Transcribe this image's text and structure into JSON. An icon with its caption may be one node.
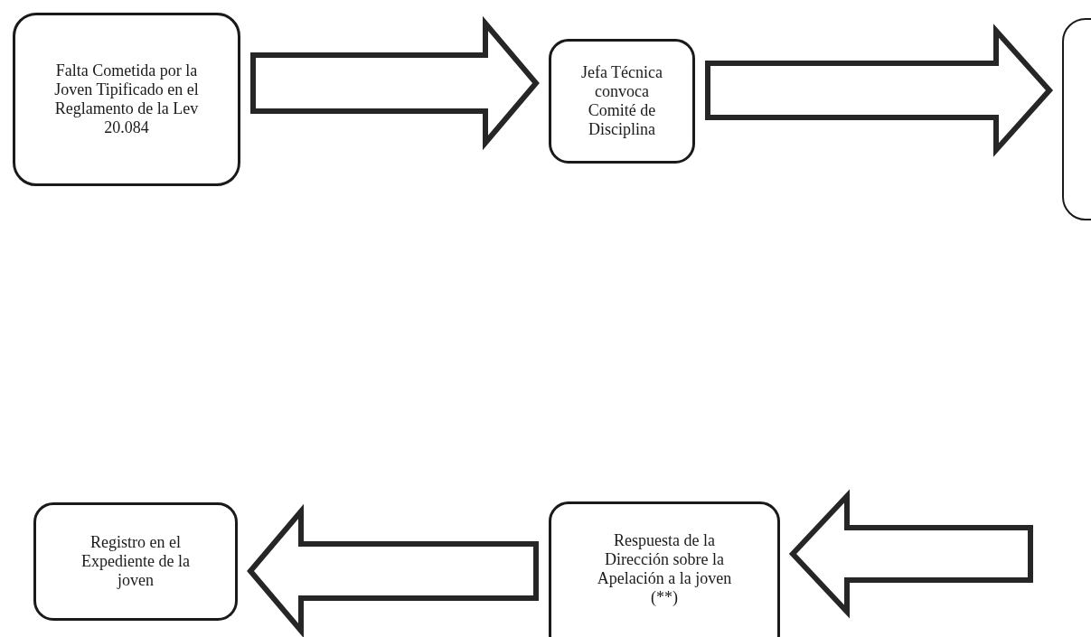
{
  "diagram": {
    "nodes": [
      {
        "text": [
          "Falta Cometida por la Joven Tipificado en el Reglamento de la Lev 20.084"
        ]
      },
      {
        "text": [
          "Jefa Técnica convoca Comité de Disciplina"
        ]
      },
      {
        "text": [],
        "shape": "box"
      },
      {
        "text": [
          "Respuesta de la Dirección sobre la Apelación a la joven (**)"
        ]
      },
      {
        "text": [
          "Registro en el Expediente de la joven"
        ]
      }
    ],
    "edges": [
      {
        "from": 0,
        "to": 1,
        "arrow": "to"
      },
      {
        "from": 1,
        "to": 2,
        "arrow": "to"
      },
      {
        "from": null,
        "to": 3,
        "arrow": "to"
      },
      {
        "from": 3,
        "to": 4,
        "arrow": "to"
      }
    ]
  }
}
